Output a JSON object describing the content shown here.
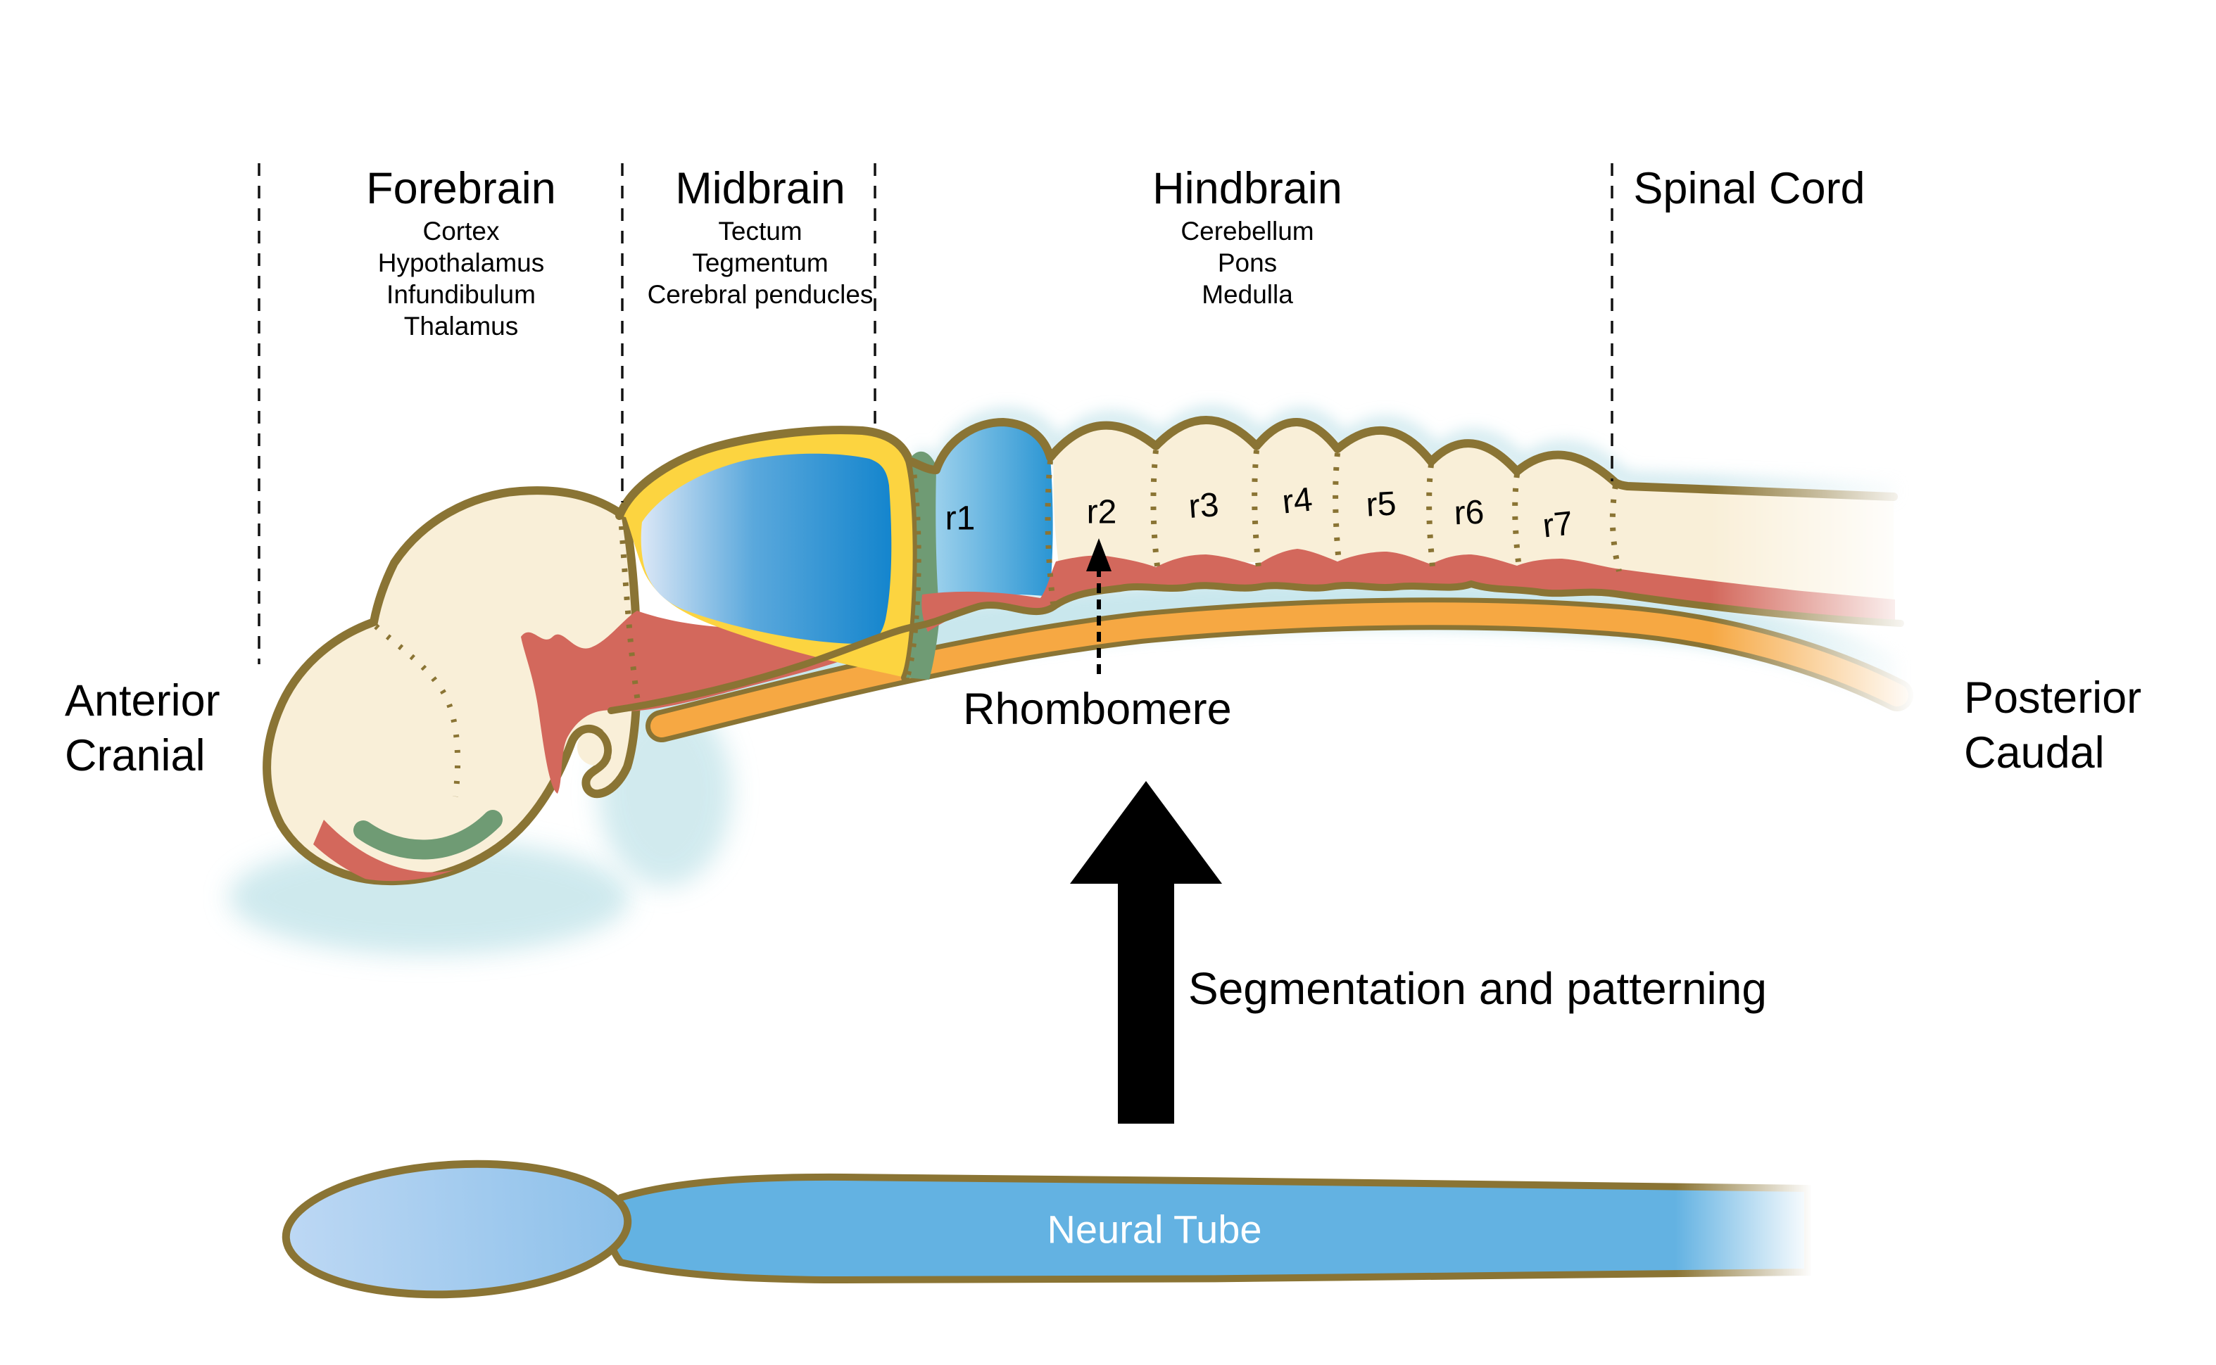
{
  "regions": [
    {
      "name": "Forebrain",
      "parts": [
        "Cortex",
        "Hypothalamus",
        "Infundibulum",
        "Thalamus"
      ]
    },
    {
      "name": "Midbrain",
      "parts": [
        "Tectum",
        "Tegmentum",
        "Cerebral penducles"
      ]
    },
    {
      "name": "Hindbrain",
      "parts": [
        "Cerebellum",
        "Pons",
        "Medulla"
      ]
    },
    {
      "name": "Spinal Cord",
      "parts": []
    }
  ],
  "rhombomeres": [
    "r1",
    "r2",
    "r3",
    "r4",
    "r5",
    "r6",
    "r7"
  ],
  "orientation": {
    "anterior": "Anterior",
    "cranial": "Cranial",
    "posterior": "Posterior",
    "caudal": "Caudal"
  },
  "annotations": {
    "rhombomere": "Rhombomere",
    "process": "Segmentation and patterning",
    "neural_tube": "Neural Tube"
  },
  "colors": {
    "outline_olive": "#8a7434",
    "cream": "#f9efd8",
    "yellow_band": "#fcd440",
    "midbrain_blue": "#1485cd",
    "r1_blue": "#2a95d3",
    "isthmus_green": "#6f9b74",
    "red_band": "#d3685c",
    "teal_band": "#c7e6ec",
    "notochord_orange": "#f6a843",
    "neural_tube_blue": "#63b2e2",
    "bulb_blue": "#a9cdf0",
    "text_black": "#000000"
  }
}
